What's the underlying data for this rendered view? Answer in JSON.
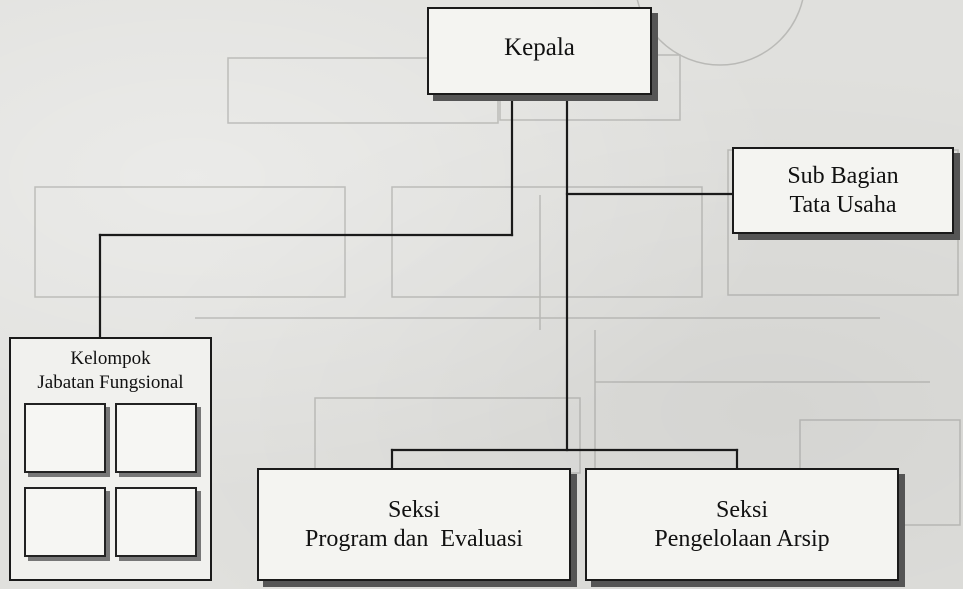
{
  "nodes": {
    "kepala": {
      "lines": [
        "Kepala"
      ]
    },
    "sub_bagian": {
      "lines": [
        "Sub Bagian",
        "Tata Usaha"
      ]
    },
    "kelompok": {
      "lines": [
        "Kelompok",
        "Jabatan Fungsional"
      ]
    },
    "seksi_program": {
      "lines": [
        "Seksi",
        "Program dan  Evaluasi"
      ]
    },
    "seksi_arsip": {
      "lines": [
        "Seksi",
        "Pengelolaan Arsip"
      ]
    }
  },
  "colors": {
    "line": "#1a1a1a",
    "box_fill": "#f4f4f1",
    "shadow": "#555555",
    "background": "#e0e0dd"
  }
}
